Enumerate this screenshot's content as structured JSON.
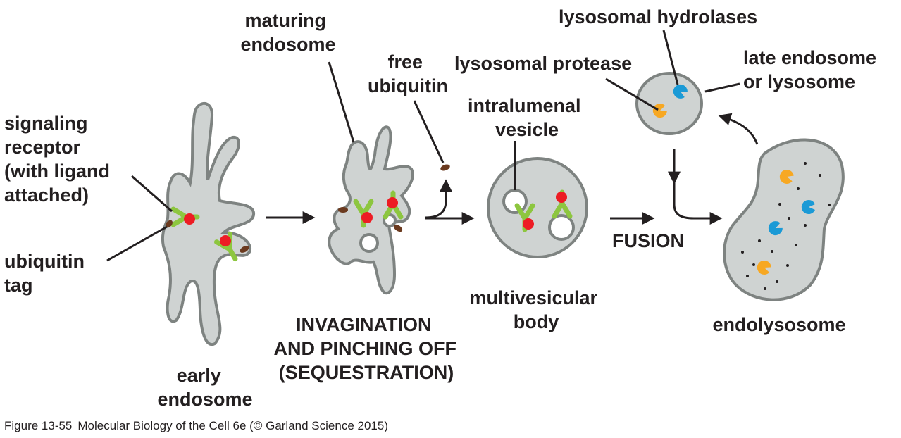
{
  "labels": {
    "signaling_receptor": [
      "signaling",
      "receptor",
      "(with ligand",
      "attached)"
    ],
    "ubiquitin_tag": [
      "ubiquitin",
      "tag"
    ],
    "early_endosome": [
      "early",
      "endosome"
    ],
    "maturing_endosome": [
      "maturing",
      "endosome"
    ],
    "free_ubiquitin": [
      "free",
      "ubiquitin"
    ],
    "invagination": [
      "INVAGINATION",
      "AND PINCHING OFF",
      "(SEQUESTRATION)"
    ],
    "intralumenal_vesicle": [
      "intralumenal",
      "vesicle"
    ],
    "multivesicular_body": [
      "multivesicular",
      "body"
    ],
    "lysosomal_protease": "lysosomal protease",
    "lysosomal_hydrolases": "lysosomal hydrolases",
    "late_endosome": [
      "late endosome",
      "or lysosome"
    ],
    "fusion": "FUSION",
    "endolysosome": "endolysosome"
  },
  "caption": {
    "figure": "Figure 13-55",
    "book": "Molecular Biology of the Cell 6e (© Garland Science 2015)"
  },
  "colors": {
    "membrane_fill": "#cfd3d2",
    "membrane_stroke": "#7e8381",
    "receptor_green": "#8dc63f",
    "ligand_red": "#ed1c24",
    "ubiquitin_brown": "#6b3a1f",
    "protease_orange": "#f7a823",
    "hydrolase_blue": "#1b9ad6"
  }
}
